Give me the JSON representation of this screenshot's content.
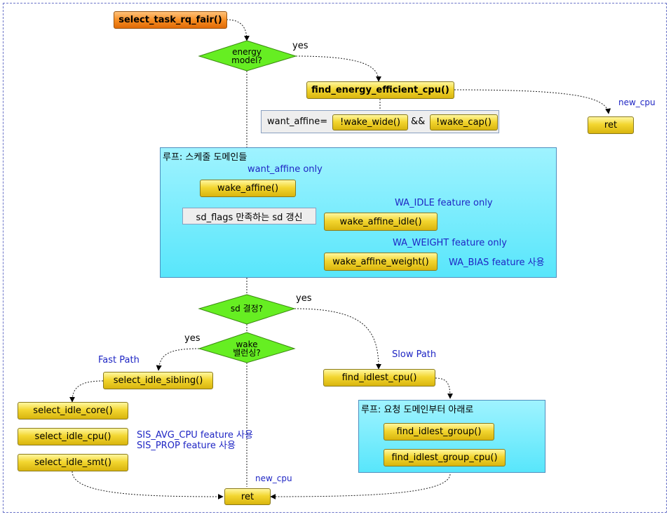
{
  "nodes": {
    "select_task_rq_fair": "select_task_rq_fair()",
    "energy_model": "energy\nmodel?",
    "find_energy_efficient_cpu": "find_energy_efficient_cpu()",
    "want_affine_eq": "want_affine=",
    "wake_wide": "!wake_wide()",
    "and_op": "&&",
    "wake_cap": "!wake_cap()",
    "ret_top": "ret",
    "loop_sched_domain": "루프: 스케줄 도메인들",
    "wake_affine": "wake_affine()",
    "sd_flags_update": "sd_flags 만족하는 sd 갱신",
    "wake_affine_idle": "wake_affine_idle()",
    "wake_affine_weight": "wake_affine_weight()",
    "sd_decided": "sd 결정?",
    "wake_balancing": "wake\n밸런싱?",
    "select_idle_sibling": "select_idle_sibling()",
    "select_idle_core": "select_idle_core()",
    "select_idle_cpu": "select_idle_cpu()",
    "select_idle_smt": "select_idle_smt()",
    "find_idlest_cpu": "find_idlest_cpu()",
    "loop_request_domain": "루프: 요청 도메인부터 아래로",
    "find_idlest_group": "find_idlest_group()",
    "find_idlest_group_cpu": "find_idlest_group_cpu()",
    "ret_bottom": "ret"
  },
  "labels": {
    "yes_energy": "yes",
    "new_cpu_top": "new_cpu",
    "want_affine_only": "want_affine only",
    "wa_idle_only": "WA_IDLE feature only",
    "wa_weight_only": "WA_WEIGHT feature only",
    "wa_bias": "WA_BIAS feature 사용",
    "yes_sd": "yes",
    "yes_wake": "yes",
    "fast_path": "Fast Path",
    "slow_path": "Slow Path",
    "sis_avg_cpu": "SIS_AVG_CPU feature 사용",
    "sis_prop": "SIS_PROP feature 사용",
    "new_cpu_bottom": "new_cpu"
  },
  "colors": {
    "frame": "#6b74c8",
    "diamond_fill": "#66ee22",
    "diamond_stroke": "#3a8a10",
    "blue_text": "#1f26c4",
    "box_yellow": "#f3d630",
    "box_orange": "#f58a1e",
    "loop_fill": "#58e6fb"
  }
}
